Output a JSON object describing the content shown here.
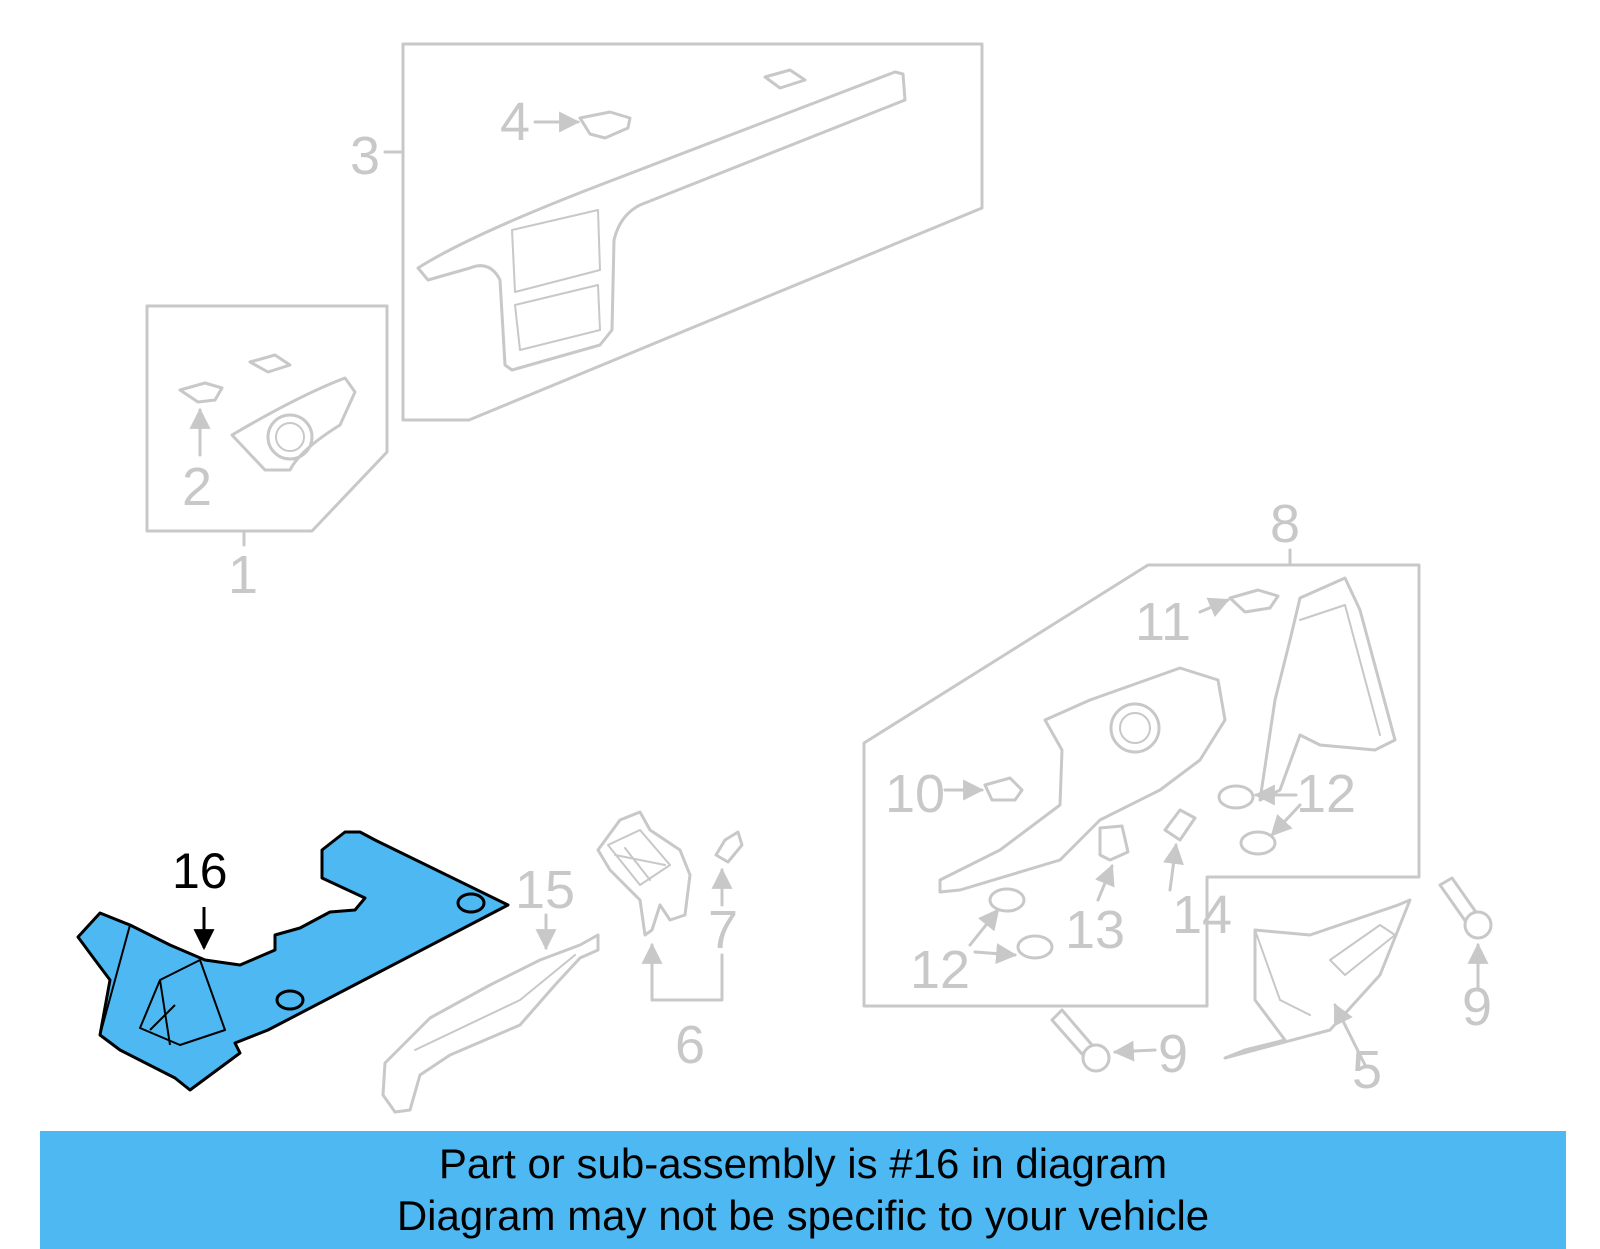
{
  "diagram": {
    "callouts": {
      "c1": "1",
      "c2": "2",
      "c3": "3",
      "c4": "4",
      "c5": "5",
      "c6": "6",
      "c7": "7",
      "c8": "8",
      "c9a": "9",
      "c9b": "9",
      "c10": "10",
      "c11": "11",
      "c12a": "12",
      "c12b": "12",
      "c13": "13",
      "c14": "14",
      "c15": "15"
    },
    "highlighted_callout": "16",
    "highlight_color": "#4db8f2",
    "line_color": "#c8c8c8"
  },
  "banner": {
    "line1": "Part or sub-assembly is #16 in diagram",
    "line2": "Diagram may not be specific to your vehicle",
    "background": "#4db8f2"
  }
}
